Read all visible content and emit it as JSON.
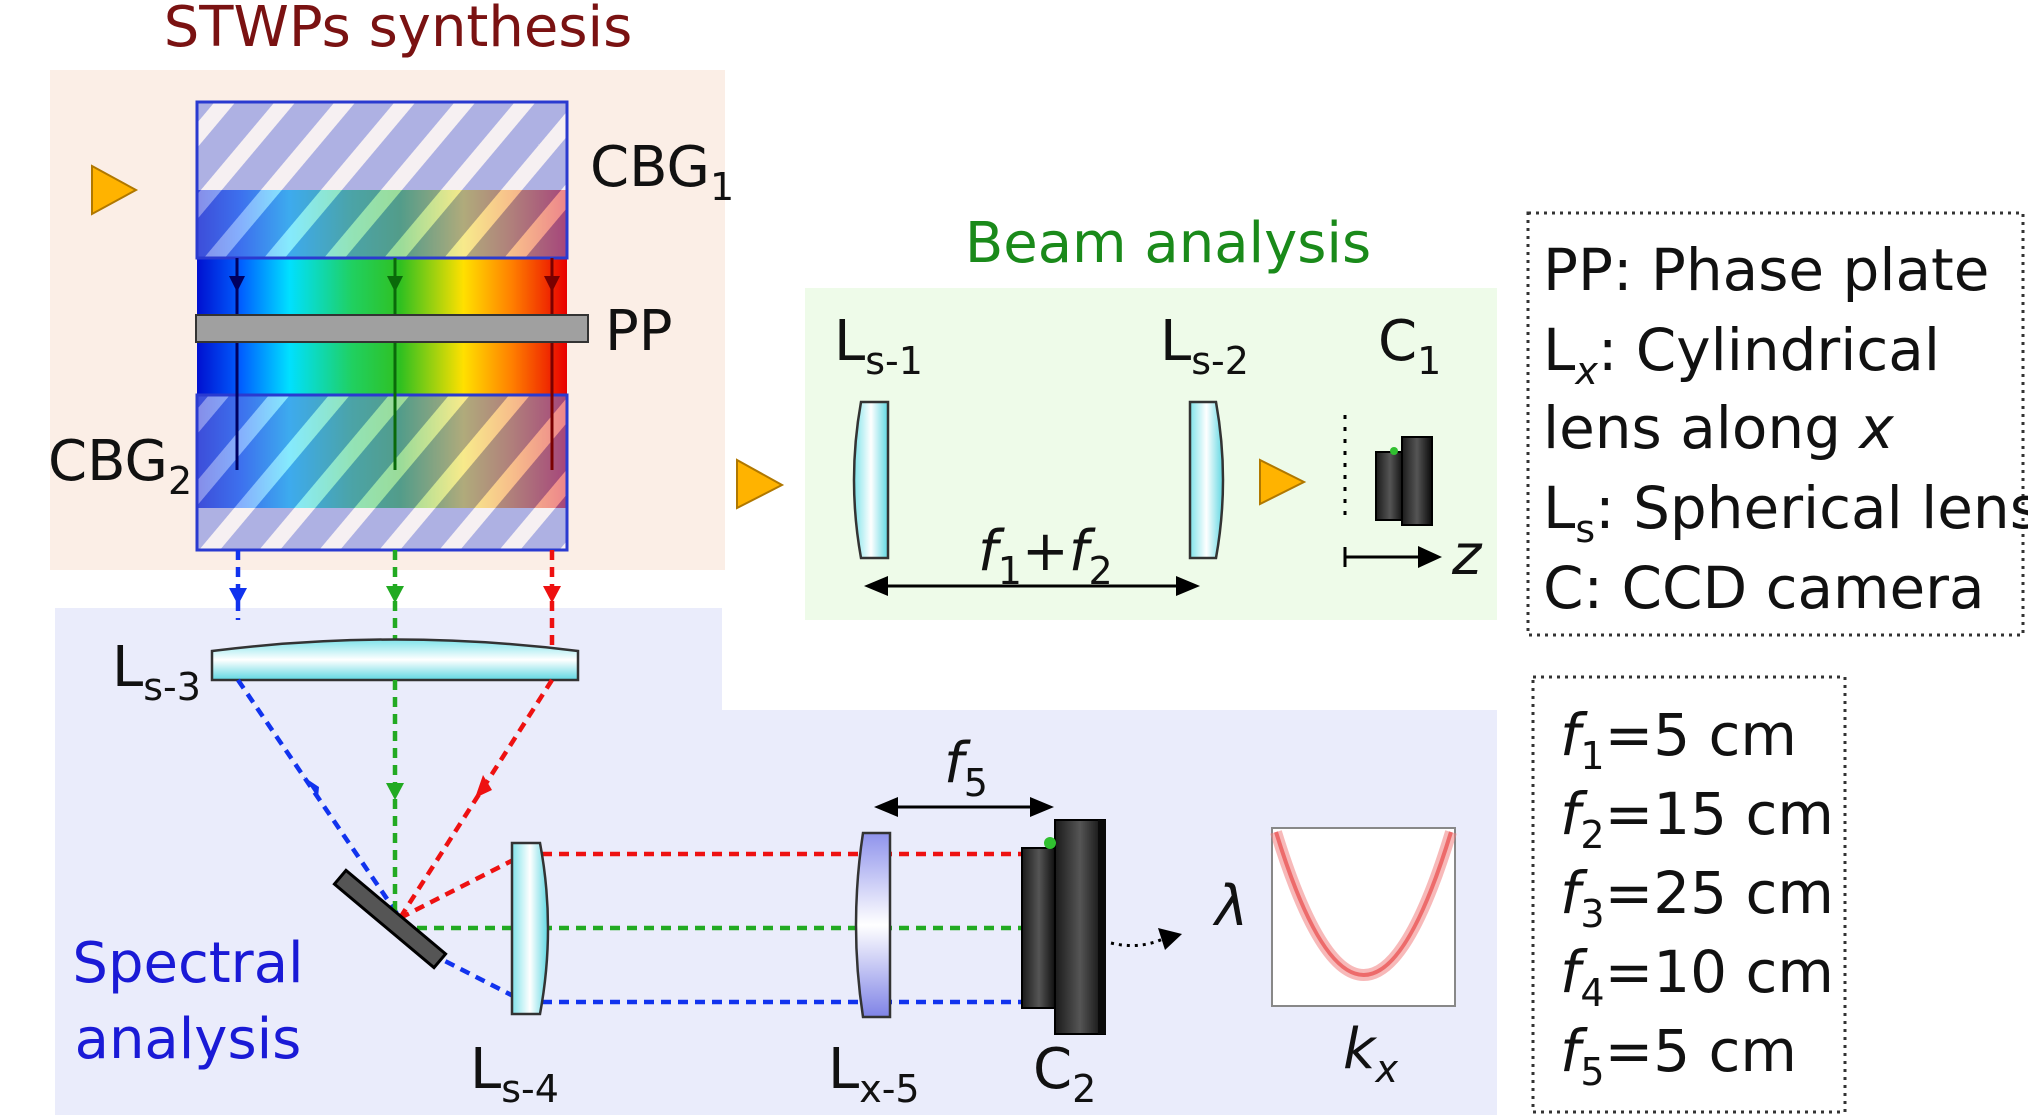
{
  "colors": {
    "synthesis_bg": "#fbeee6",
    "beam_bg": "#eefbe9",
    "spectral_bg": "#eaecfb",
    "synthesis_title": "#7a1212",
    "beam_title": "#1a8a1a",
    "spectral_title": "#1a1ad6",
    "beam": "#ffc21a",
    "ray_red": "#ee1111",
    "ray_green": "#22aa22",
    "ray_blue": "#1133ee"
  },
  "titles": {
    "synthesis": "STWPs synthesis",
    "beam": "Beam analysis",
    "spectral_line1": "Spectral",
    "spectral_line2": "analysis"
  },
  "labels": {
    "cbg1_main": "CBG",
    "cbg1_sub": "1",
    "cbg2_main": "CBG",
    "cbg2_sub": "2",
    "pp": "PP",
    "ls1_main": "L",
    "ls1_sub": "s-1",
    "ls2_main": "L",
    "ls2_sub": "s-2",
    "c1_main": "C",
    "c1_sub": "1",
    "ls3_main": "L",
    "ls3_sub": "s-3",
    "ls4_main": "L",
    "ls4_sub": "s-4",
    "lx5_main": "L",
    "lx5_sub": "x-5",
    "c2_main": "C",
    "c2_sub": "2",
    "z": "z",
    "f1f2_a": "f",
    "f1f2_a_sub": "1",
    "f1f2_plus": "+",
    "f1f2_b": "f",
    "f1f2_b_sub": "2",
    "f5_main": "f",
    "f5_sub": "5",
    "lambda": "λ",
    "kx_main": "k",
    "kx_sub": "x"
  },
  "legend": {
    "pp": "PP: Phase plate",
    "lx_main": "L",
    "lx_sub": "x",
    "lx_rest": ": Cylindrical",
    "lx_line2a": "lens along ",
    "lx_line2b": "x",
    "ls_main": "L",
    "ls_sub": "s",
    "ls_rest": ": Spherical lens",
    "c": "C: CCD camera"
  },
  "focal_lengths": [
    {
      "sym": "f",
      "sub": "1",
      "value": "=5 cm"
    },
    {
      "sym": "f",
      "sub": "2",
      "value": "=15 cm"
    },
    {
      "sym": "f",
      "sub": "3",
      "value": "=25 cm"
    },
    {
      "sym": "f",
      "sub": "4",
      "value": "=10 cm"
    },
    {
      "sym": "f",
      "sub": "5",
      "value": "=5 cm"
    }
  ]
}
